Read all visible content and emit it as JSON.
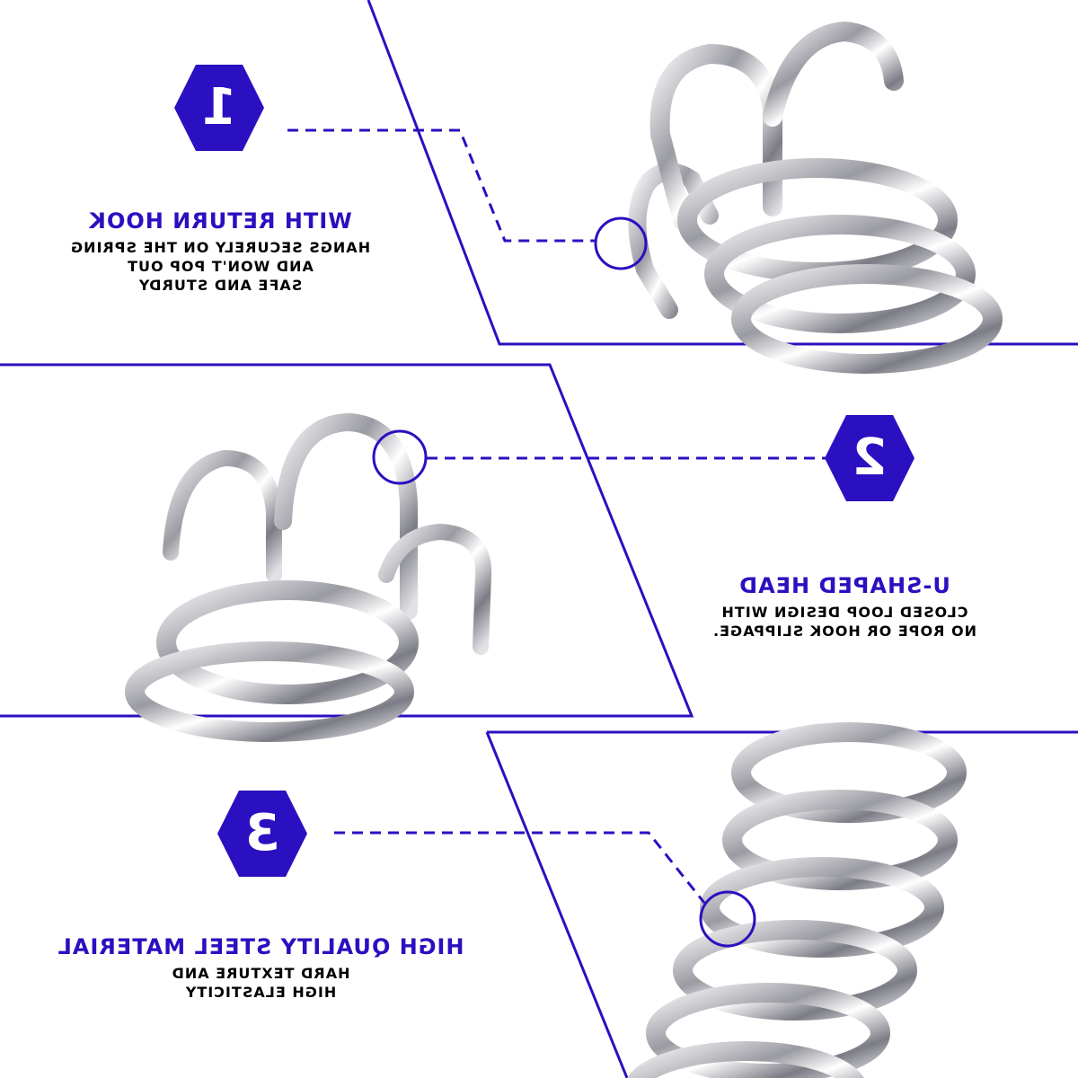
{
  "colors": {
    "accent": "#2a10c0",
    "text": "#000000",
    "background": "#ffffff",
    "metal": "#c8c8cc"
  },
  "features": [
    {
      "number": "1",
      "title": "WITH RETURN HOOK",
      "lines": [
        "HANGS SECURELY ON THE SPRING",
        "AND WON'T POP OUT",
        "SAFE AND STURDY"
      ]
    },
    {
      "number": "2",
      "title": "U-SHAPED HEAD",
      "lines": [
        "CLOSED LOOP DESIGN WITH",
        "NO ROPE OR HOOK SLIPPAGE."
      ]
    },
    {
      "number": "3",
      "title": "HIGH QUALITY STEEL MATERIAL",
      "lines": [
        "HARD TEXTURE AND",
        "HIGH ELASTICITY"
      ]
    }
  ]
}
